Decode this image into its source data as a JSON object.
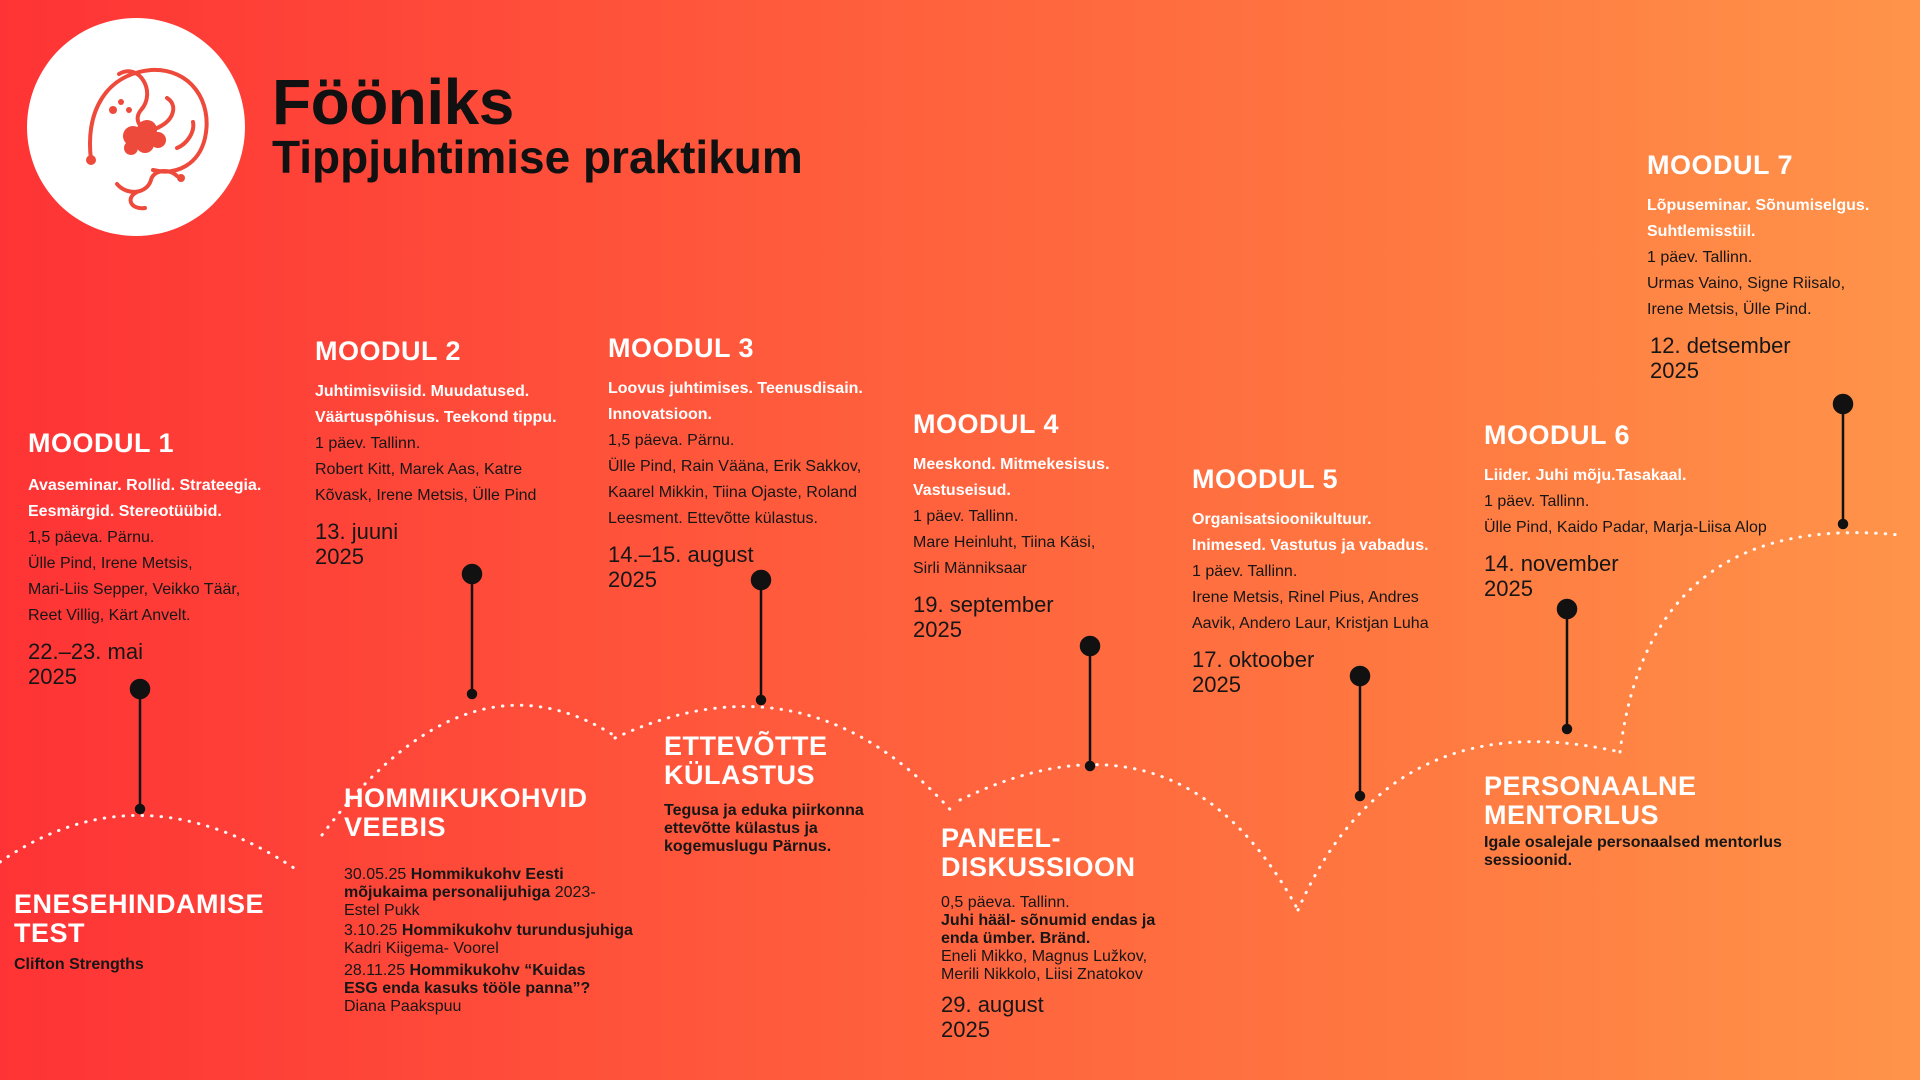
{
  "header": {
    "title": "Fööniks",
    "subtitle": "Tippjuhtimise praktikum",
    "logo_icon": "phoenix-logo-icon"
  },
  "colors": {
    "bg_start": "#fe3335",
    "bg_end": "#ff944a",
    "heading_white": "#ffffff",
    "text_dark": "#161616",
    "logo_accent": "#ee4a3b"
  },
  "modules": [
    {
      "title": "MOODUL 1",
      "topic_lines": [
        "Avaseminar. Rollid. Strateegia.",
        "Eesmärgid. Stereotüübid."
      ],
      "info_lines": [
        "1,5 päeva. Pärnu.",
        "Ülle Pind, Irene Metsis,",
        "Mari-Liis Sepper, Veikko Täär,",
        "Reet Villig, Kärt Anvelt."
      ],
      "date_lines": [
        "22.–23. mai",
        "2025"
      ]
    },
    {
      "title": "MOODUL 2",
      "topic_lines": [
        "Juhtimisviisid. Muudatused.",
        "Väärtuspõhisus. Teekond tippu."
      ],
      "info_lines": [
        "1 päev. Tallinn.",
        "Robert Kitt, Marek Aas, Katre",
        "Kõvask, Irene Metsis, Ülle Pind"
      ],
      "date_lines": [
        "13. juuni",
        "2025"
      ]
    },
    {
      "title": "MOODUL 3",
      "topic_lines": [
        "Loovus juhtimises. Teenusdisain.",
        "Innovatsioon."
      ],
      "info_lines": [
        "1,5 päeva. Pärnu.",
        "Ülle Pind, Rain Vääna, Erik Sakkov,",
        "Kaarel Mikkin, Tiina Ojaste, Roland",
        "Leesment. Ettevõtte külastus."
      ],
      "date_lines": [
        "14.–15. august",
        "2025"
      ]
    },
    {
      "title": "MOODUL 4",
      "topic_lines": [
        "Meeskond. Mitmekesisus.",
        "Vastuseisud."
      ],
      "info_lines": [
        "1 päev. Tallinn.",
        "Mare Heinluht, Tiina Käsi,",
        "Sirli Männiksaar"
      ],
      "date_lines": [
        "19. september",
        "2025"
      ]
    },
    {
      "title": "MOODUL 5",
      "topic_lines": [
        "Organisatsioonikultuur.",
        "Inimesed. Vastutus ja vabadus."
      ],
      "info_lines": [
        "1 päev. Tallinn.",
        "Irene Metsis, Rinel Pius, Andres",
        "Aavik, Andero Laur, Kristjan Luha"
      ],
      "date_lines": [
        "17. oktoober",
        "2025"
      ]
    },
    {
      "title": "MOODUL 6",
      "topic_lines": [
        "Liider. Juhi mõju.Tasakaal."
      ],
      "info_lines": [
        "1 päev. Tallinn.",
        "Ülle Pind, Kaido Padar, Marja-Liisa Alop"
      ],
      "date_lines": [
        "14. november",
        "2025"
      ]
    },
    {
      "title": "MOODUL 7",
      "topic_lines": [
        "Lõpuseminar. Sõnumiselgus.",
        "Suhtlemisstiil."
      ],
      "info_lines": [
        "1 päev. Tallinn.",
        "Urmas Vaino, Signe Riisalo,",
        "Irene Metsis, Ülle Pind."
      ],
      "date_lines": [
        "12. detsember",
        "2025"
      ]
    }
  ],
  "extras": {
    "self_test": {
      "title_lines": [
        "ENESEHINDAMISE",
        "TEST"
      ],
      "desc_lines": [
        "Clifton Strengths"
      ]
    },
    "coffee": {
      "title_lines": [
        "HOMMIKUKOHVID",
        "VEEBIS"
      ],
      "events": [
        {
          "l1a": "30.05.25 ",
          "l1b": "Hommikukohv Eesti",
          "l2b": "mõjukaima personalijuhiga",
          "l2c": " 2023-",
          "l3": "Estel Pukk"
        },
        {
          "l1a": "3.10.25 ",
          "l1b": "Hommikukohv turundusjuhiga",
          "l2": "Kadri Kiigema- Voorel"
        },
        {
          "l1a": "28.11.25 ",
          "l1b": "Hommikukohv “Kuidas",
          "l2b": "ESG enda kasuks tööle panna”?",
          "l3": "Diana Paakspuu"
        }
      ]
    },
    "visit": {
      "title_lines": [
        "ETTEVÕTTE",
        "KÜLASTUS"
      ],
      "desc_lines": [
        "Tegusa ja eduka piirkonna",
        "ettevõtte külastus ja",
        "kogemuslugu Pärnus."
      ]
    },
    "panel": {
      "title_lines": [
        "PANEEL-",
        "DISKUSSIOON"
      ],
      "info_line": "0,5 päeva. Tallinn.",
      "bold_lines": [
        "Juhi hääl- sõnumid endas ja",
        "enda ümber. Bränd."
      ],
      "people_lines": [
        "Eneli Mikko, Magnus Lužkov,",
        "Merili Nikkolo, Liisi Znatokov"
      ],
      "date_lines": [
        "29. august",
        "2025"
      ]
    },
    "mentoring": {
      "title_lines": [
        "PERSONAALNE",
        "MENTORLUS"
      ],
      "desc_lines": [
        "Igale osalejale personaalsed mentorlus",
        "sessioonid."
      ]
    }
  }
}
